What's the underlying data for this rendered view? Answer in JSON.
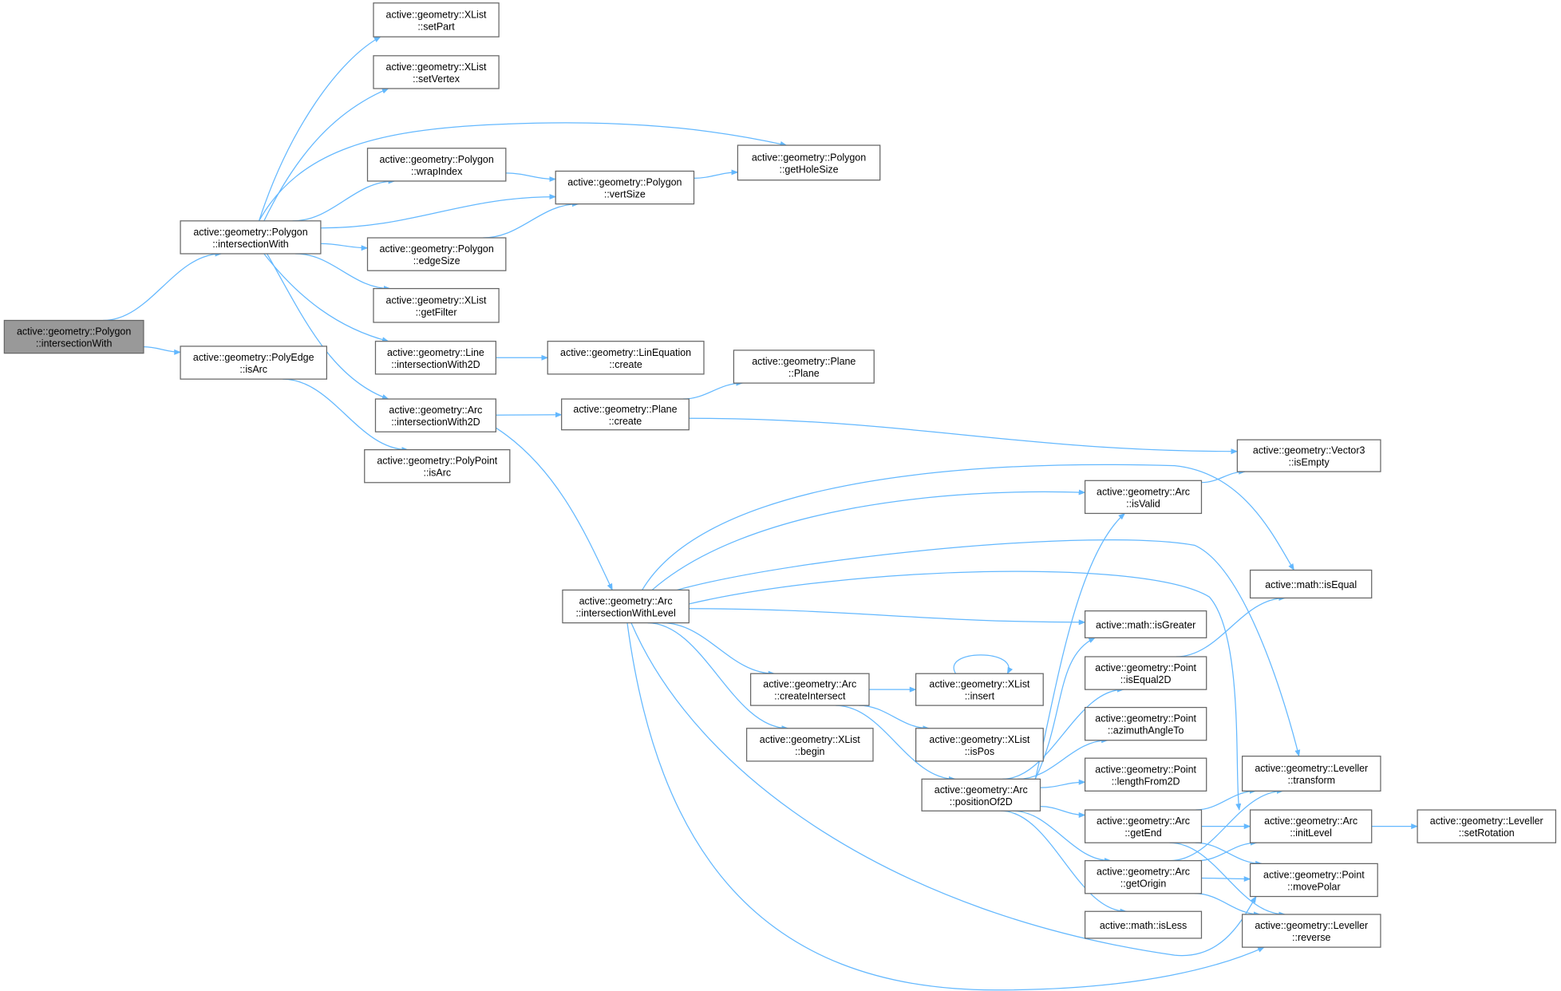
{
  "graph": {
    "edge_color": "#63b8ff",
    "root_fill": "#999999",
    "nodes": [
      {
        "ns": "active::geometry::Polygon",
        "member": "::intersectionWith"
      },
      {
        "ns": "active::geometry::Polygon",
        "member": "::intersectionWith"
      },
      {
        "ns": "active::geometry::PolyEdge",
        "member": "::isArc"
      },
      {
        "ns": "active::geometry::XList",
        "member": "::setPart"
      },
      {
        "ns": "active::geometry::XList",
        "member": "::setVertex"
      },
      {
        "ns": "active::geometry::Polygon",
        "member": "::wrapIndex"
      },
      {
        "ns": "active::geometry::Polygon",
        "member": "::vertSize"
      },
      {
        "ns": "active::geometry::Polygon",
        "member": "::getHoleSize"
      },
      {
        "ns": "active::geometry::Polygon",
        "member": "::edgeSize"
      },
      {
        "ns": "active::geometry::XList",
        "member": "::getFilter"
      },
      {
        "ns": "active::geometry::Line",
        "member": "::intersectionWith2D"
      },
      {
        "ns": "active::geometry::LinEquation",
        "member": "::create"
      },
      {
        "ns": "active::geometry::Arc",
        "member": "::intersectionWith2D"
      },
      {
        "ns": "active::geometry::Plane",
        "member": "::create"
      },
      {
        "ns": "active::geometry::Plane",
        "member": "::Plane"
      },
      {
        "ns": "active::geometry::PolyPoint",
        "member": "::isArc"
      },
      {
        "ns": "active::geometry::Vector3",
        "member": "::isEmpty"
      },
      {
        "ns": "active::geometry::Arc",
        "member": "::isValid"
      },
      {
        "ns": "active::geometry::Arc",
        "member": "::intersectionWithLevel"
      },
      {
        "ns": "active::math::isEqual",
        "member": ""
      },
      {
        "ns": "active::math::isGreater",
        "member": ""
      },
      {
        "ns": "active::geometry::Point",
        "member": "::isEqual2D"
      },
      {
        "ns": "active::geometry::Arc",
        "member": "::createIntersect"
      },
      {
        "ns": "active::geometry::XList",
        "member": "::insert"
      },
      {
        "ns": "active::geometry::Point",
        "member": "::azimuthAngleTo"
      },
      {
        "ns": "active::geometry::XList",
        "member": "::isPos"
      },
      {
        "ns": "active::geometry::XList",
        "member": "::begin"
      },
      {
        "ns": "active::geometry::Point",
        "member": "::lengthFrom2D"
      },
      {
        "ns": "active::geometry::Leveller",
        "member": "::transform"
      },
      {
        "ns": "active::geometry::Arc",
        "member": "::positionOf2D"
      },
      {
        "ns": "active::geometry::Arc",
        "member": "::getEnd"
      },
      {
        "ns": "active::geometry::Arc",
        "member": "::initLevel"
      },
      {
        "ns": "active::geometry::Leveller",
        "member": "::setRotation"
      },
      {
        "ns": "active::geometry::Arc",
        "member": "::getOrigin"
      },
      {
        "ns": "active::geometry::Point",
        "member": "::movePolar"
      },
      {
        "ns": "active::math::isLess",
        "member": ""
      },
      {
        "ns": "active::geometry::Leveller",
        "member": "::reverse"
      }
    ]
  }
}
